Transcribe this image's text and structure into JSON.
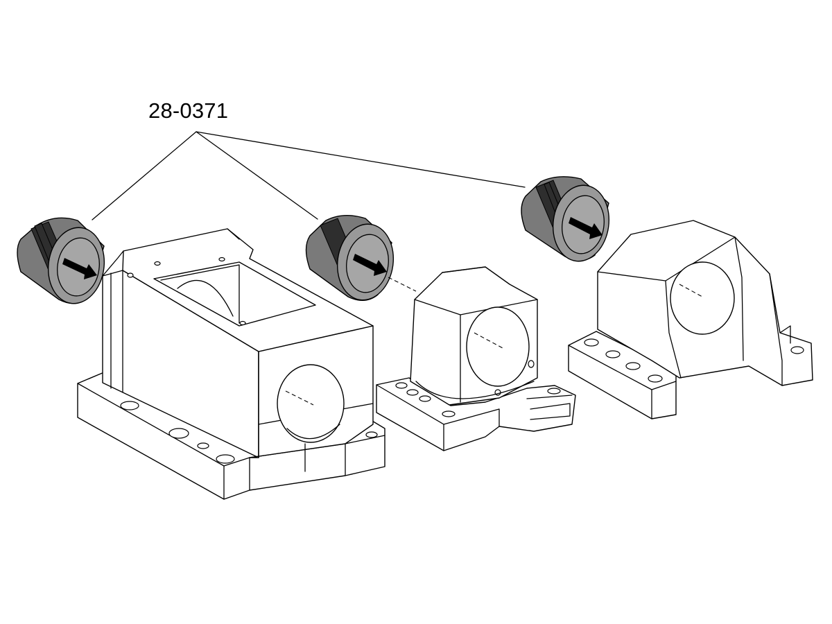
{
  "diagram": {
    "part_number_label": "28-0371",
    "colors": {
      "line": "#000000",
      "bushing_fill": "#8d8d8d",
      "bushing_groove": "#2e2e2e",
      "background": "#ffffff"
    },
    "components": [
      {
        "id": "bushing-1",
        "kind": "bushing"
      },
      {
        "id": "bushing-2",
        "kind": "bushing"
      },
      {
        "id": "bushing-3",
        "kind": "bushing"
      },
      {
        "id": "housing-large",
        "kind": "housing"
      },
      {
        "id": "housing-middle",
        "kind": "housing"
      },
      {
        "id": "housing-right",
        "kind": "housing"
      }
    ]
  }
}
